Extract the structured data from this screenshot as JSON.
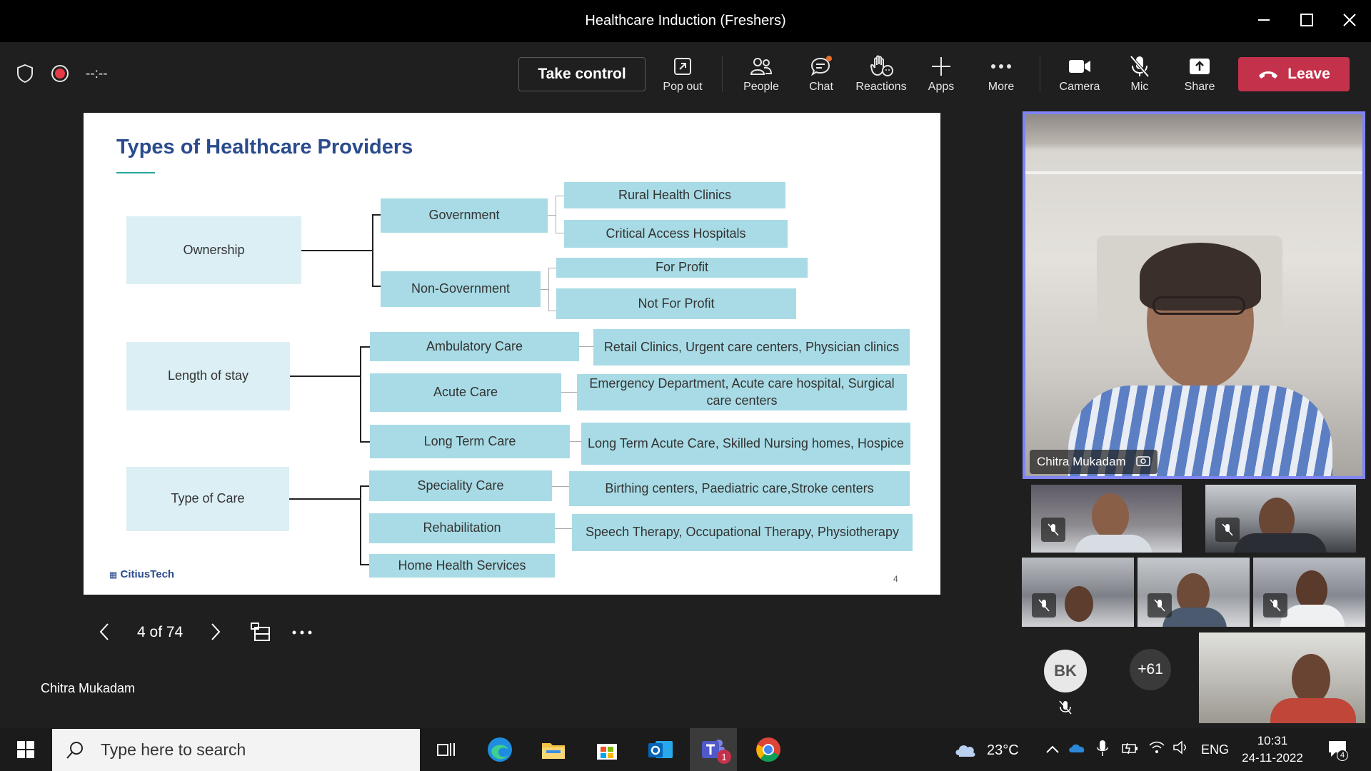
{
  "window": {
    "title": "Healthcare Induction (Freshers)"
  },
  "meeting": {
    "timer": "--:--",
    "take_control": "Take control",
    "toolbar": [
      {
        "label": "Pop out",
        "icon": "pop-out-icon"
      },
      {
        "label": "People",
        "icon": "people-icon"
      },
      {
        "label": "Chat",
        "icon": "chat-icon"
      },
      {
        "label": "Reactions",
        "icon": "reactions-icon"
      },
      {
        "label": "Apps",
        "icon": "apps-icon"
      },
      {
        "label": "More",
        "icon": "more-icon"
      },
      {
        "label": "Camera",
        "icon": "camera-icon"
      },
      {
        "label": "Mic",
        "icon": "mic-off-icon"
      },
      {
        "label": "Share",
        "icon": "share-icon"
      }
    ],
    "leave": "Leave",
    "accent_color": "#c4314b"
  },
  "slide": {
    "title": "Types of Healthcare Providers",
    "page_number": "4",
    "brand": "CitiusTech",
    "categories": {
      "ownership": "Ownership",
      "length_of_stay": "Length of stay",
      "type_of_care": "Type of Care"
    },
    "ownership": {
      "government": "Government",
      "non_government": "Non-Government",
      "rural_health": "Rural Health Clinics",
      "critical_access": "Critical Access Hospitals",
      "for_profit": "For Profit",
      "not_for_profit": "Not For Profit"
    },
    "stay": {
      "ambulatory": "Ambulatory Care",
      "ambulatory_desc": "Retail Clinics, Urgent care centers, Physician clinics",
      "acute": "Acute Care",
      "acute_desc": "Emergency Department, Acute care hospital, Surgical care centers",
      "long_term": "Long Term Care",
      "long_term_desc": "Long Term Acute Care, Skilled Nursing homes, Hospice"
    },
    "care": {
      "speciality": "Speciality Care",
      "speciality_desc": "Birthing centers, Paediatric care,Stroke centers",
      "rehab": "Rehabilitation",
      "rehab_desc": "Speech Therapy, Occupational Therapy, Physiotherapy",
      "home": "Home Health Services"
    }
  },
  "slide_controls": {
    "position": "4 of 74",
    "presenter": "Chitra Mukadam"
  },
  "participants": {
    "main": "Chitra Mukadam",
    "avatar_initials": "BK",
    "overflow_count": "+61"
  },
  "taskbar": {
    "search_placeholder": "Type here to search",
    "temperature": "23°C",
    "language": "ENG",
    "time": "10:31",
    "date": "24-11-2022",
    "notifications": "4",
    "teams_badge": "1"
  }
}
